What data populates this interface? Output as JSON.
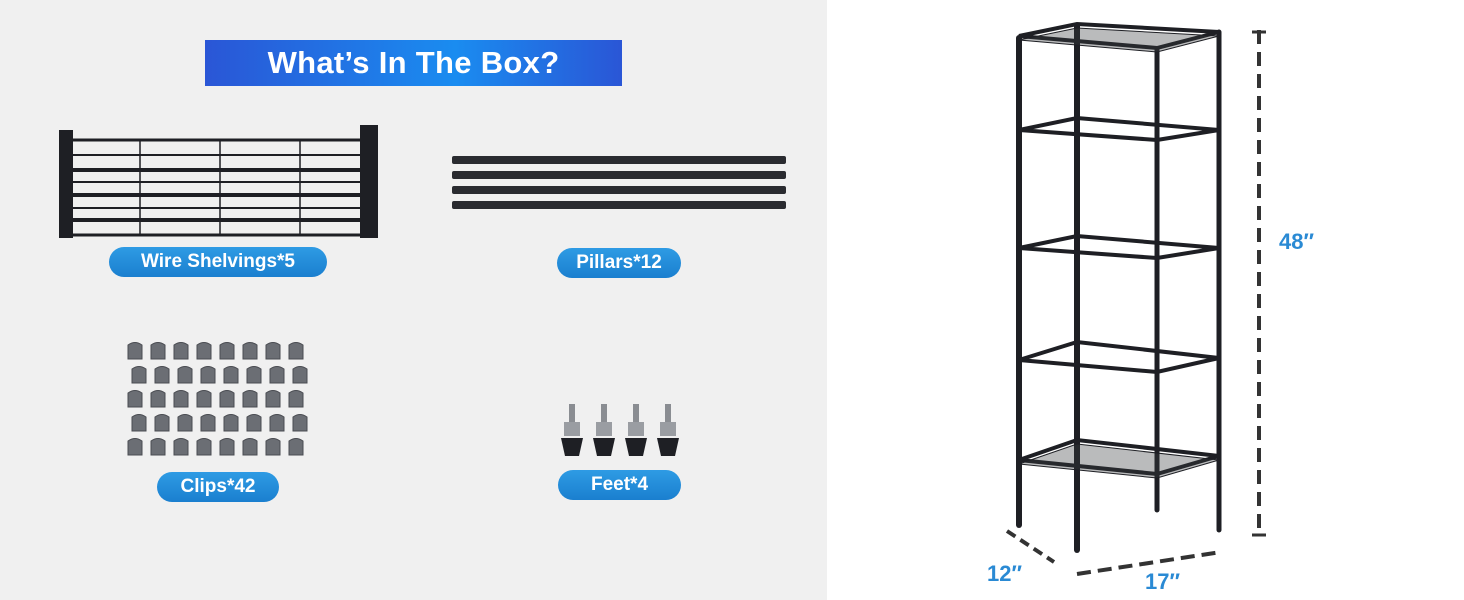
{
  "title": "What’s In The Box?",
  "items": [
    {
      "label": "Wire Shelvings*5"
    },
    {
      "label": "Pillars*12"
    },
    {
      "label": "Clips*42"
    },
    {
      "label": "Feet*4"
    }
  ],
  "dimensions": {
    "height": "48″",
    "depth": "12″",
    "width": "17″"
  },
  "colors": {
    "accent": "#1a8cf0",
    "pill": "#2a8ad4",
    "product": "#1e1f24",
    "background": "#f0f0f0"
  }
}
